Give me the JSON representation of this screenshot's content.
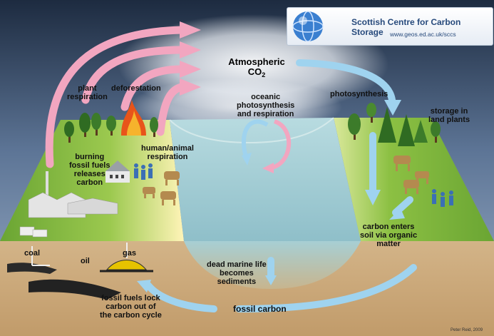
{
  "header": {
    "org_name": "Scottish Centre for Carbon Storage",
    "url": "www.geos.ed.ac.uk/sccs"
  },
  "atmosphere": {
    "title": "Atmospheric",
    "formula_base": "CO",
    "formula_sub": "2"
  },
  "labels": {
    "plant_respiration": [
      "plant",
      "respiration"
    ],
    "deforestation": "deforestation",
    "oceanic": [
      "oceanic",
      "photosynthesis",
      "and respiration"
    ],
    "photosynthesis": "photosynthesis",
    "storage": [
      "storage in",
      "land plants"
    ],
    "human_animal": [
      "human/animal",
      "respiration"
    ],
    "burning": [
      "burning",
      "fossil fuels",
      "releases",
      "carbon"
    ],
    "carbon_enters": [
      "carbon enters",
      "soil via organic",
      "matter"
    ],
    "coal": "coal",
    "oil": "oil",
    "gas": "gas",
    "dead_marine": [
      "dead marine life",
      "becomes",
      "sediments"
    ],
    "fossil_lock": [
      "fossil fuels lock",
      "carbon out of",
      "the carbon cycle"
    ],
    "fossil_carbon": "fossil carbon"
  },
  "credit": "Peter Reid, 2009",
  "colors": {
    "sky_top": "#1d2b40",
    "sky_mid": "#6f86a6",
    "grass": "#7fb83a",
    "soil": "#c9a97c",
    "water": "#9cc7cf",
    "pink_arrow": "#f2a6c0",
    "blue_arrow": "#9fd3ef",
    "logo_text": "#274a7c"
  },
  "icons": [
    "tree-icon",
    "fire-icon",
    "factory-icon",
    "house-icon",
    "person-icon",
    "cow-icon",
    "oil-well-icon",
    "logo-globe-icon"
  ]
}
